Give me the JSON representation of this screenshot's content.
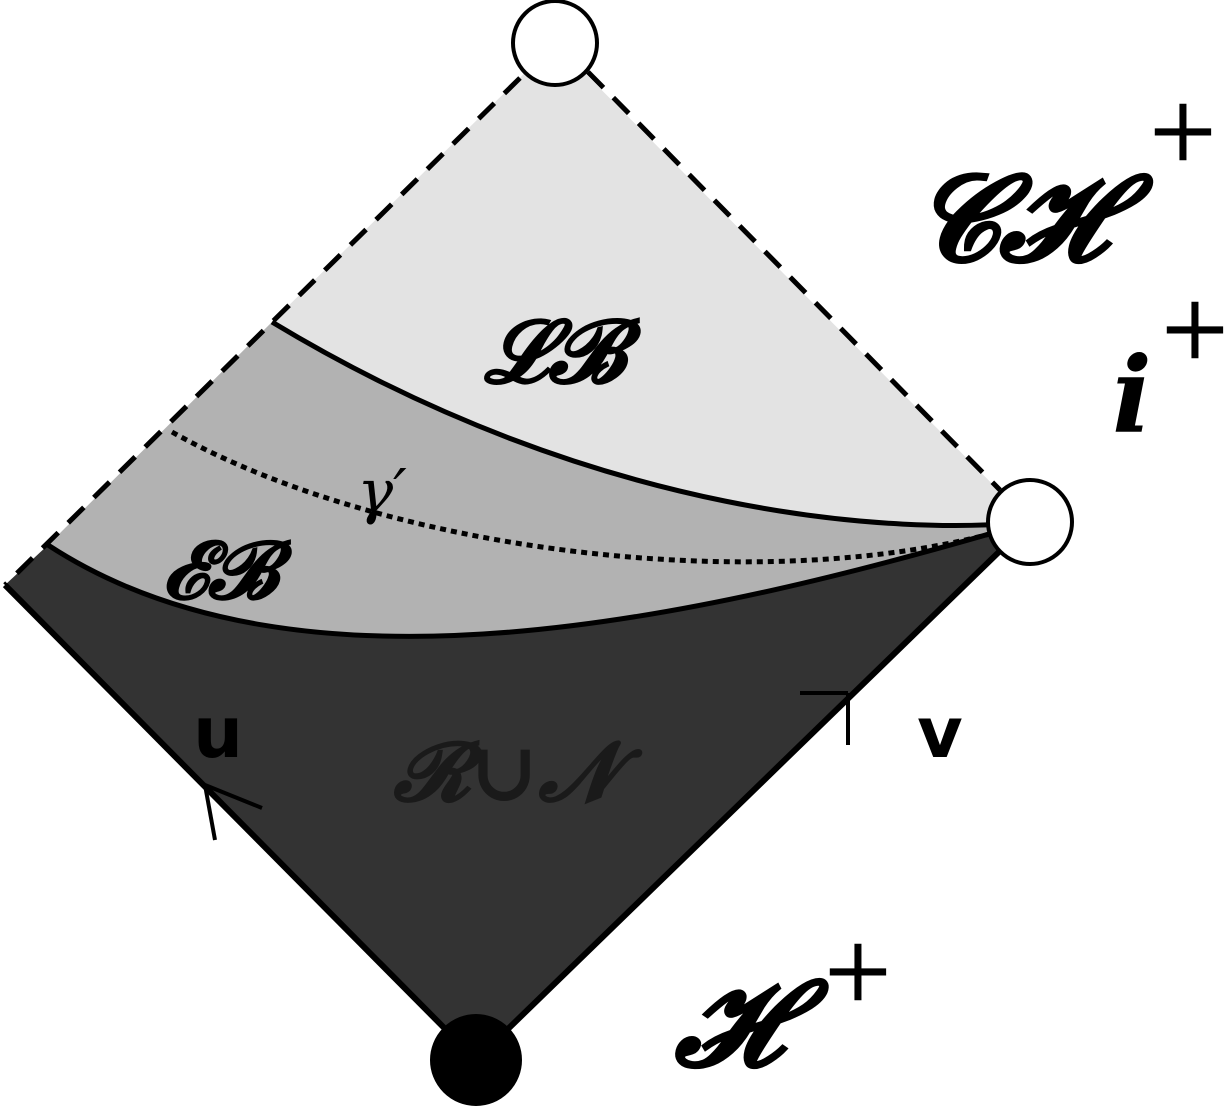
{
  "diagram": {
    "regions": {
      "late_blueshift": "𝓛𝓑",
      "early_blueshift": "𝓔𝓑",
      "redshift_noshift": "𝓡∪𝓝"
    },
    "curve_label": "γ′",
    "coordinates": {
      "u": "u",
      "v": "v"
    },
    "boundaries": {
      "cauchy_horizon": "𝓒𝓗",
      "cauchy_horizon_sup": "+",
      "timelike_infinity": "i",
      "timelike_infinity_sup": "+",
      "event_horizon": "𝓗",
      "event_horizon_sup": "+"
    },
    "colors": {
      "late_blueshift_fill": "#e3e3e3",
      "early_blueshift_fill": "#b2b2b2",
      "redshift_fill": "#333333",
      "stroke": "#000000"
    }
  }
}
